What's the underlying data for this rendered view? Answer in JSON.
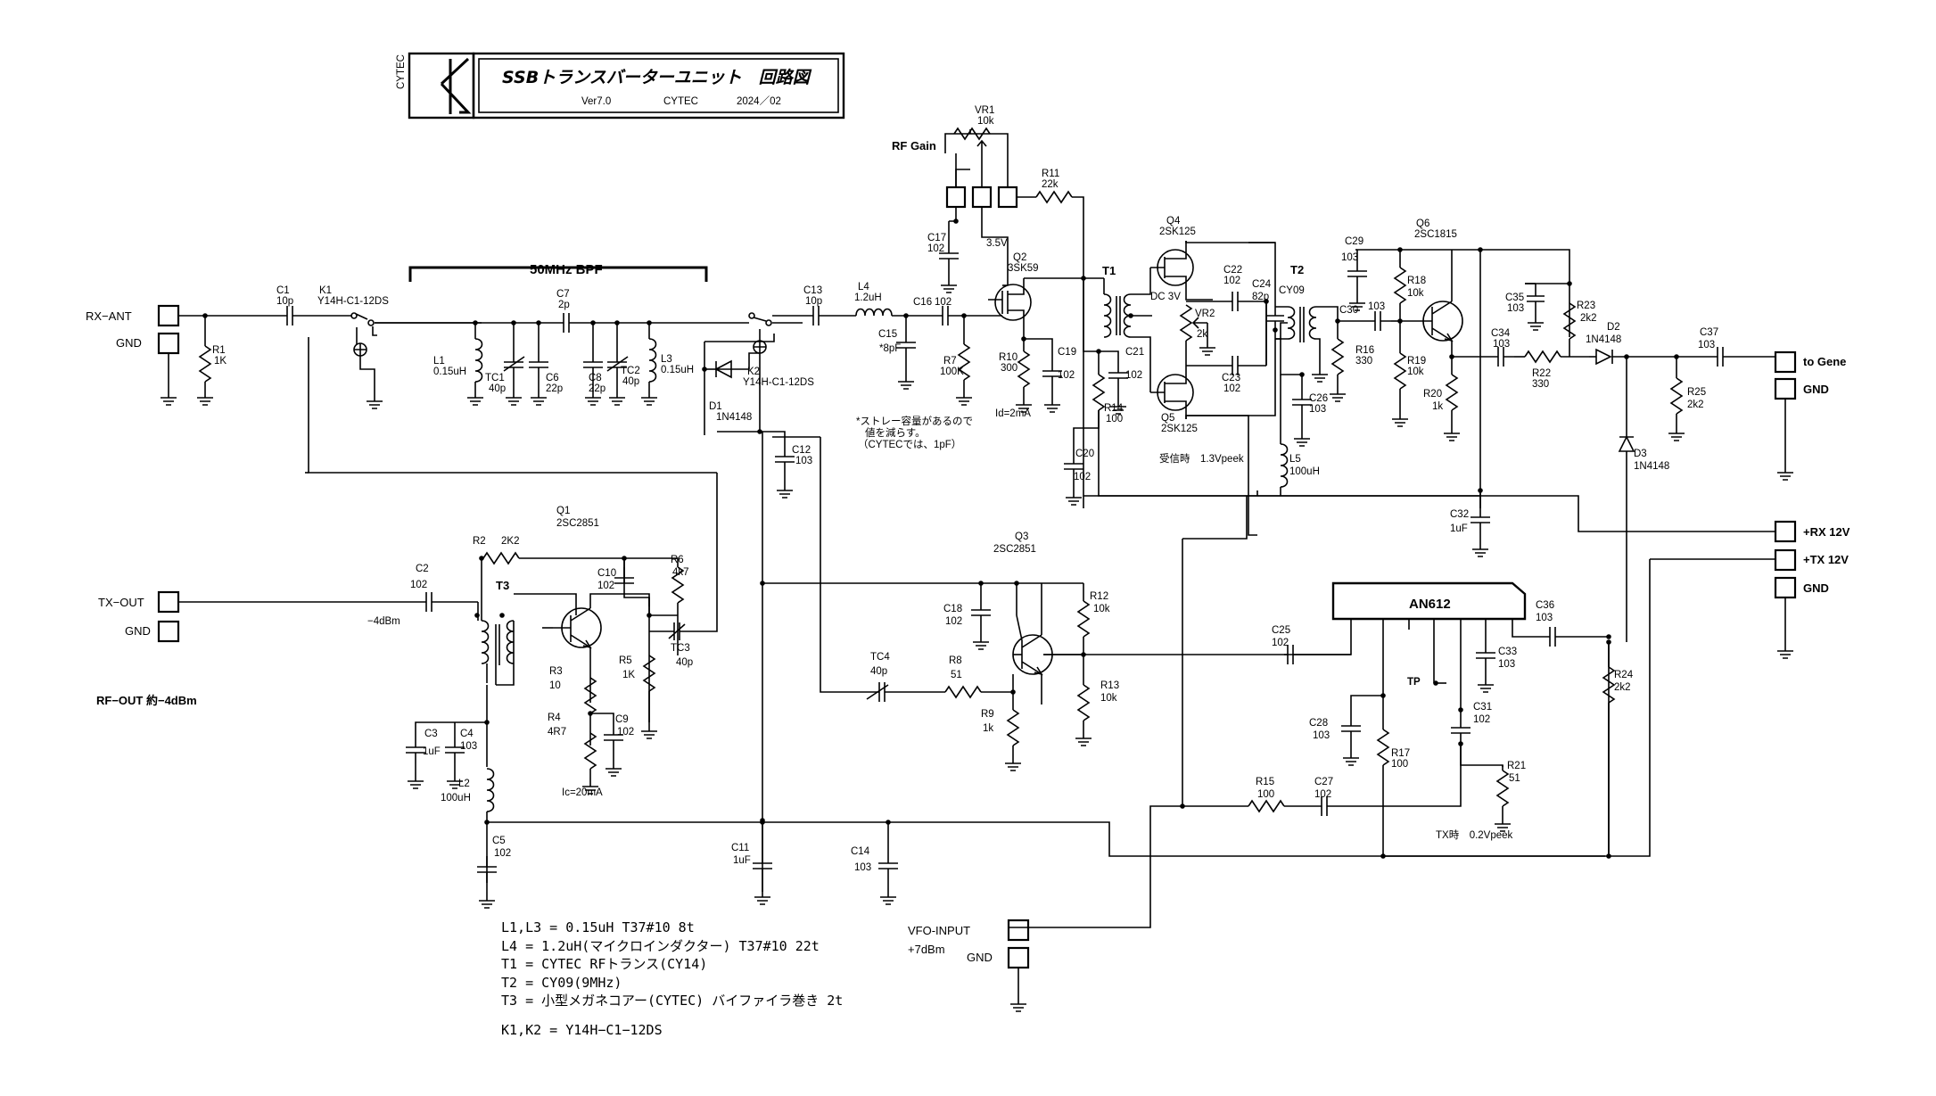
{
  "title_block": {
    "logo_text": "CYTEC",
    "title": "SSBトランスバーターユニット　回路図",
    "version": "Ver7.0",
    "company": "CYTEC",
    "date": "2024／02"
  },
  "connectors": {
    "rx_ant": "RX−ANT",
    "gnd": "GND",
    "tx_out": "TX−OUT",
    "rf_out": "RF−OUT 約−4dBm",
    "to_gene": "to Gene",
    "rx12": "+RX 12V",
    "tx12": "+TX 12V",
    "vfo_input": "VFO-INPUT",
    "vfo_level": "+7dBm",
    "rf_gain": "RF Gain"
  },
  "labels": {
    "bpf": "50MHz BPF",
    "C1": "C1",
    "C1v": "10p",
    "R1": "R1",
    "R1v": "1K",
    "K1": "K1",
    "K1v": "Y14H-C1-12DS",
    "K2": "K2",
    "K2v": "Y14H-C1-12DS",
    "L1": "L1",
    "L1v": "0.15uH",
    "TC1": "TC1",
    "TC1v": "40p",
    "C6": "C6",
    "C6v": "22p",
    "C7": "C7",
    "C7v": "2p",
    "C8": "C8",
    "C8v": "22p",
    "TC2": "TC2",
    "TC2v": "40p",
    "L3": "L3",
    "L3v": "0.15uH",
    "D1": "D1",
    "D1v": "1N4148",
    "C12": "C12",
    "C12v": "103",
    "C13": "C13",
    "C13v": "10p",
    "L4": "L4",
    "L4v": "1.2uH",
    "C16": "C16",
    "C16v": "102",
    "C15": "C15",
    "C15v": "*8pF",
    "R7": "R7",
    "R7v": "100K",
    "VR1": "VR1",
    "VR1v": "10k",
    "R11": "R11",
    "R11v": "22k",
    "C17": "C17",
    "C17v": "102",
    "v35": "3.5V",
    "Q2": "Q2",
    "Q2v": "3SK59",
    "R10": "R10",
    "R10v": "300",
    "C19": "C19",
    "C19v": "102",
    "id2ma": "Id=2mA",
    "note1": "*ストレー容量があるので",
    "note2": "値を減らす。",
    "note3": "（CYTECでは、1pF）",
    "T1": "T1",
    "C21": "C21",
    "C21v": "102",
    "R14": "R14",
    "R14v": "100",
    "C20": "C20",
    "C20v": "102",
    "Q4": "Q4",
    "Q4v": "2SK125",
    "Q5": "Q5",
    "Q5v": "2SK125",
    "dc3v": "DC 3V",
    "VR2": "VR2",
    "VR2v": "2k",
    "C22": "C22",
    "C22v": "102",
    "C23": "C23",
    "C23v": "102",
    "C24": "C24",
    "C24v": "82p",
    "T2": "T2",
    "T2v": "CY09",
    "rx_level": "受信時　1.3Vpeek",
    "C26": "C26",
    "C26v": "103",
    "L5": "L5",
    "L5v": "100uH",
    "C29": "C29",
    "C29v": "103",
    "C30": "C30",
    "C30v": "103",
    "R16": "R16",
    "R16v": "330",
    "R18": "R18",
    "R18v": "10k",
    "R19": "R19",
    "R19v": "10k",
    "Q6": "Q6",
    "Q6v": "2SC1815",
    "R20": "R20",
    "R20v": "1k",
    "C35": "C35",
    "C35v": "103",
    "R23": "R23",
    "R23v": "2k2",
    "C34": "C34",
    "C34v": "103",
    "R22": "R22",
    "R22v": "330",
    "D2": "D2",
    "D2v": "1N4148",
    "D3": "D3",
    "D3v": "1N4148",
    "C37": "C37",
    "C37v": "103",
    "R25": "R25",
    "R25v": "2k2",
    "C32": "C32",
    "C32v": "1uF",
    "AN612": "AN612",
    "C36": "C36",
    "C36v": "103",
    "C33": "C33",
    "C33v": "103",
    "TP": "TP",
    "C31": "C31",
    "C31v": "102",
    "C28": "C28",
    "C28v": "103",
    "R17": "R17",
    "R17v": "100",
    "R21": "R21",
    "R21v": "51",
    "R24": "R24",
    "R24v": "2k2",
    "R15": "R15",
    "R15v": "100",
    "C27": "C27",
    "C27v": "102",
    "tx_level": "TX時　0.2Vpeek",
    "C25": "C25",
    "C25v": "102",
    "Q3": "Q3",
    "Q3v": "2SC2851",
    "R12": "R12",
    "R12v": "10k",
    "R13": "R13",
    "R13v": "10k",
    "C18": "C18",
    "C18v": "102",
    "TC4": "TC4",
    "TC4v": "40p",
    "R8": "R8",
    "R8v": "51",
    "R9": "R9",
    "R9v": "1k",
    "C11": "C11",
    "C11v": "1uF",
    "C14": "C14",
    "C14v": "103",
    "Q1": "Q1",
    "Q1v": "2SC2851",
    "R2": "R2",
    "R2v": "2K2",
    "T3": "T3",
    "C10": "C10",
    "C10v": "102",
    "R6": "R6",
    "R6v": "4k7",
    "C2": "C2",
    "C2v": "102",
    "m4dbm": "−4dBm",
    "R3": "R3",
    "R3v": "10",
    "R4": "R4",
    "R4v": "4R7",
    "C9": "C9",
    "C9v": "102",
    "R5": "R5",
    "R5v": "1K",
    "TC3": "TC3",
    "TC3v": "40p",
    "ic20": "Ic=20mA",
    "C3": "C3",
    "C3v": "1uF",
    "C4": "C4",
    "C4v": "103",
    "L2": "L2",
    "L2v": "100uH",
    "C5": "C5",
    "C5v": "102"
  },
  "parts_notes": [
    "L1,L3 = 0.15uH  T37#10 8t",
    "L4 = 1.2uH(マイクロインダクター) T37#10 22t",
    "T1 = CYTEC RFトランス(CY14)",
    "T2 = CY09(9MHz)",
    "T3 = 小型メガネコアー(CYTEC) バイファイラ巻き 2t",
    "K1,K2 = Y14H−C1−12DS"
  ]
}
